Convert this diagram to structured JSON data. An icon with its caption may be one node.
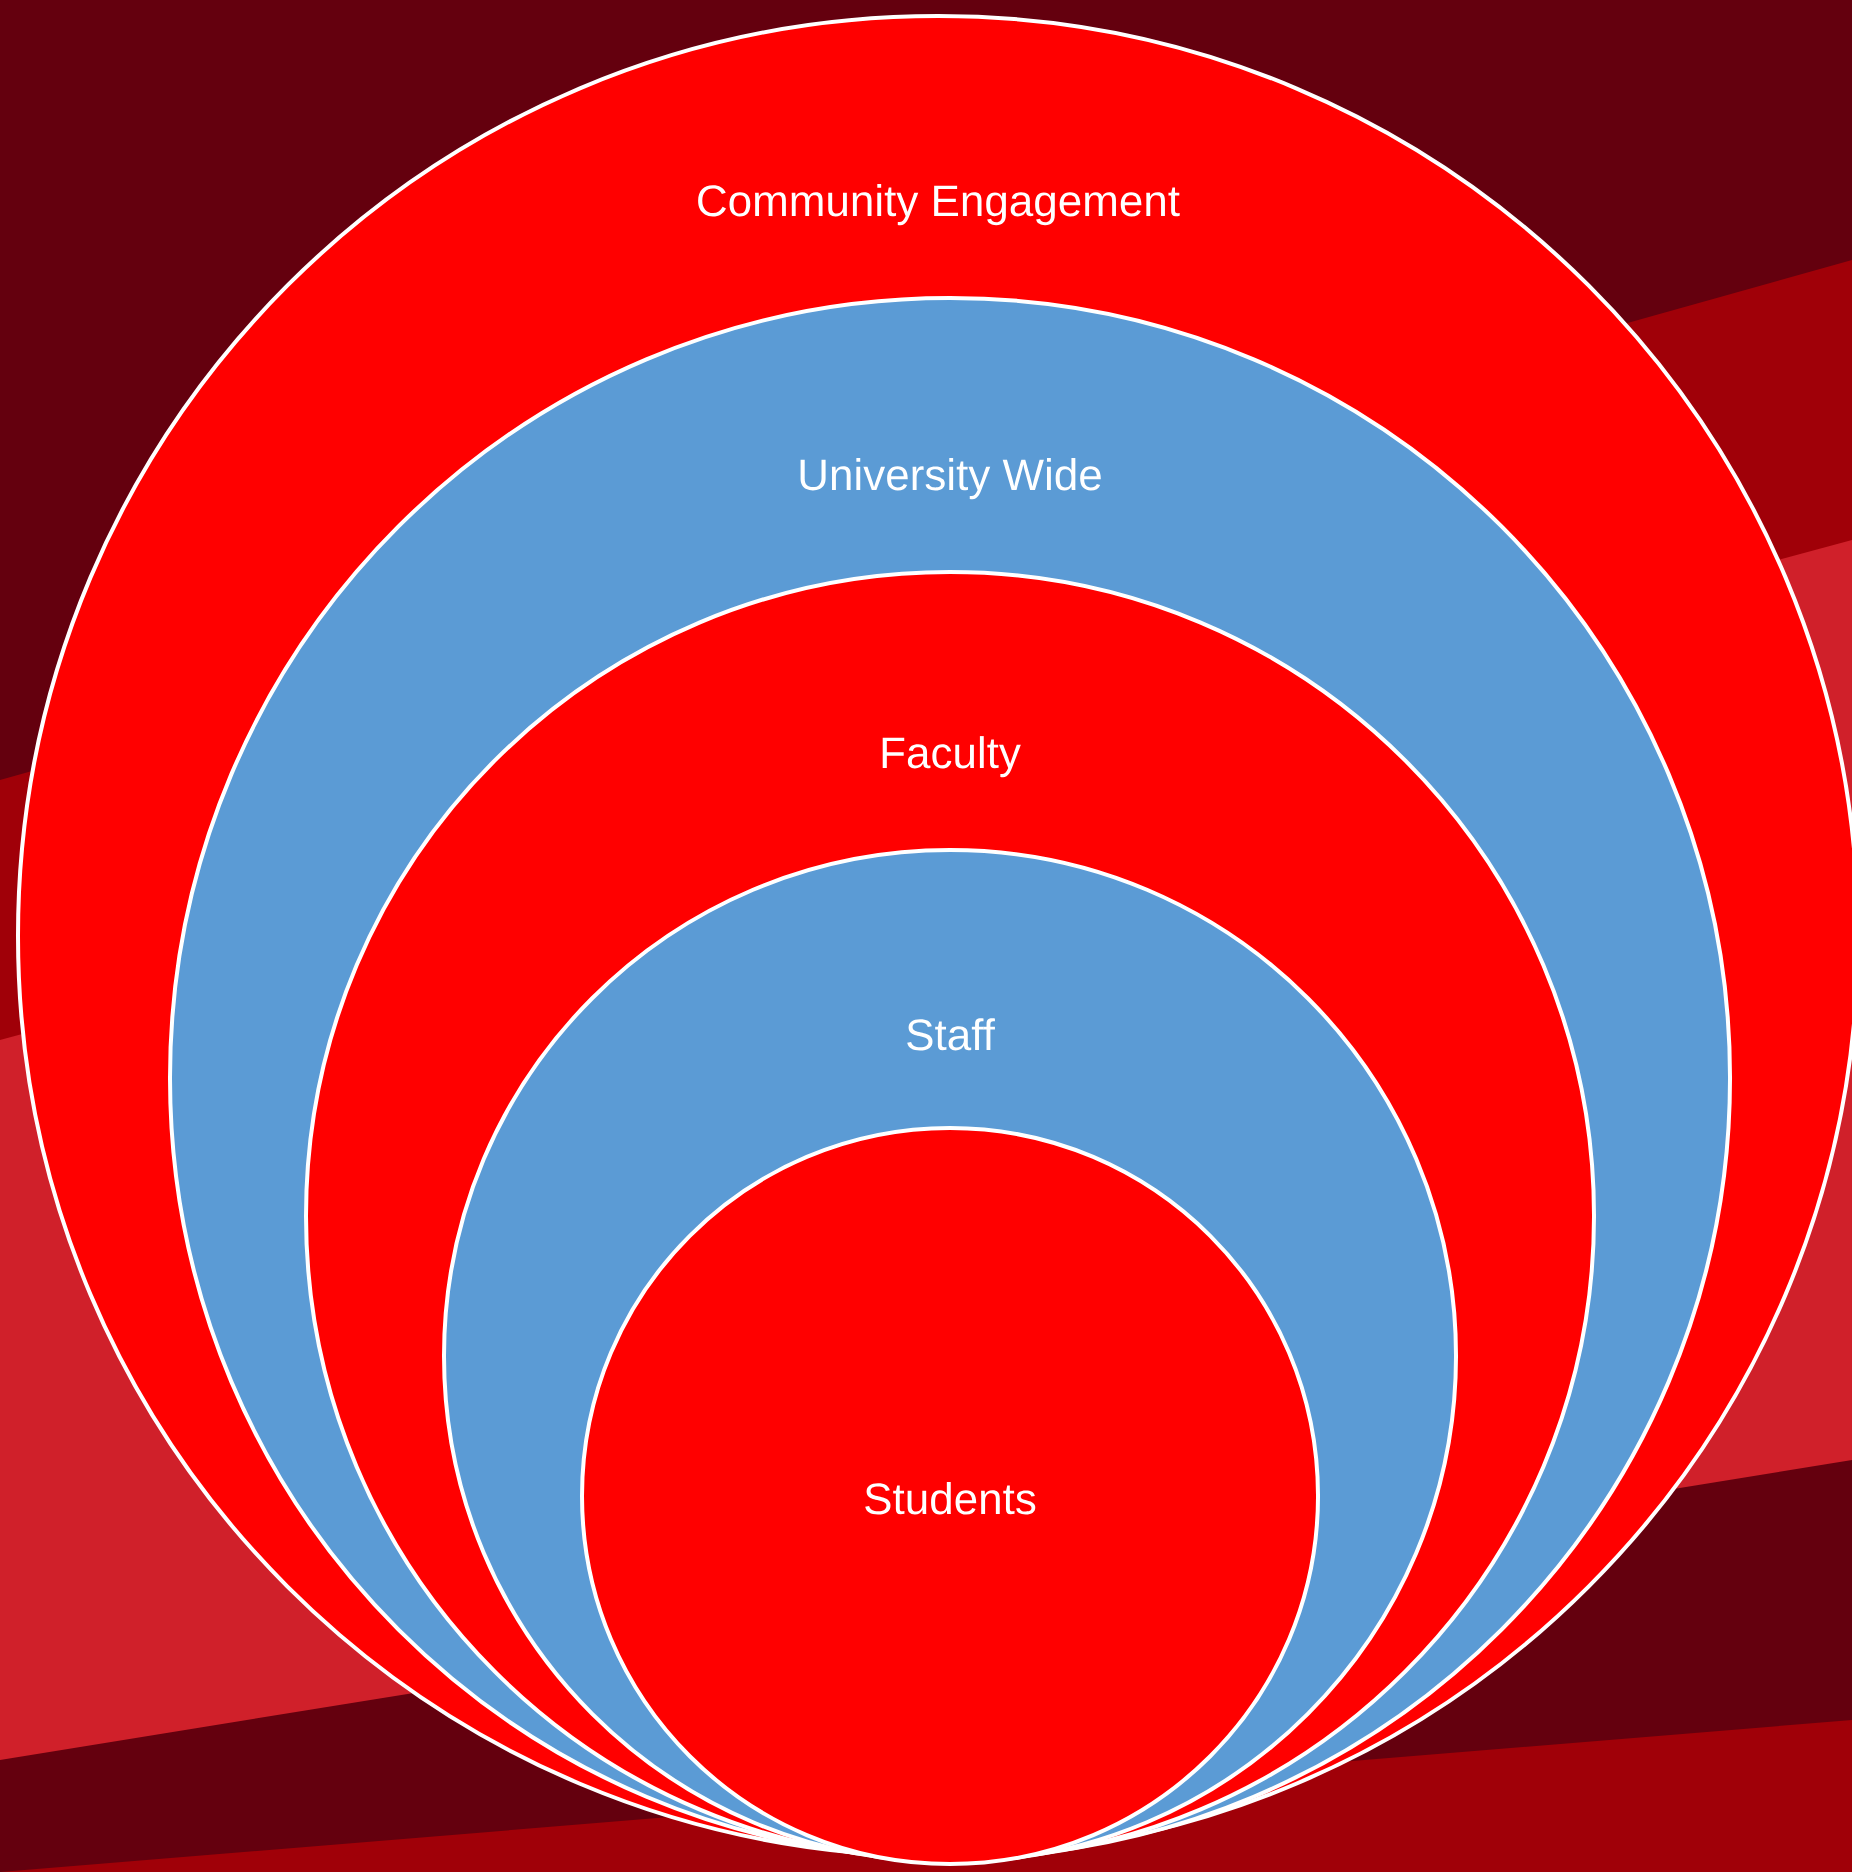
{
  "diagram": {
    "nodes": [
      {
        "text": [
          "Community Engagement"
        ]
      },
      {
        "text": [
          "University Wide"
        ],
        "in": 0
      },
      {
        "text": [
          "Faculty"
        ],
        "in": 1
      },
      {
        "text": [
          "Staff"
        ],
        "in": 2
      },
      {
        "text": [
          "Students"
        ],
        "in": 3
      }
    ]
  }
}
